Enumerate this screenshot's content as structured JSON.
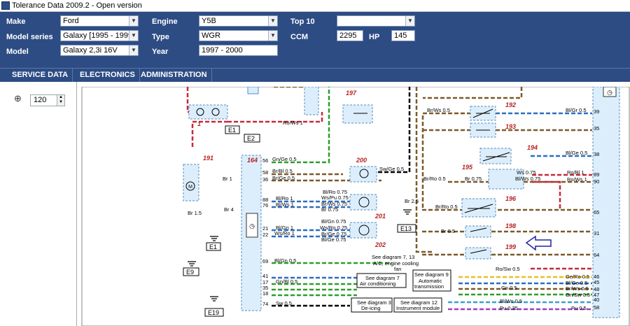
{
  "window": {
    "title": "Tolerance Data 2009.2 - Open version"
  },
  "header": {
    "make_label": "Make",
    "make_value": "Ford",
    "model_series_label": "Model series",
    "model_series_value": "Galaxy [1995 - 1999",
    "model_label": "Model",
    "model_value": "Galaxy 2,3i 16V",
    "engine_label": "Engine",
    "engine_value": "Y5B",
    "type_label": "Type",
    "type_value": "WGR",
    "year_label": "Year",
    "year_value": "1997 - 2000",
    "top10_label": "Top 10",
    "top10_value": "",
    "ccm_label": "CCM",
    "ccm_value": "2295",
    "hp_label": "HP",
    "hp_value": "145"
  },
  "menu": {
    "service_data": "SERVICE DATA",
    "electronics": "ELECTRONICS",
    "administration": "ADMINISTRATION"
  },
  "sidebar": {
    "zoom_value": "120"
  },
  "diagram": {
    "components": {
      "c1": "1",
      "c191": "191",
      "c197": "197",
      "c200": "200",
      "c201": "201",
      "c202": "202",
      "c164": "164",
      "c192": "192",
      "c193": "193",
      "c194": "194",
      "c195": "195",
      "c196": "196",
      "c198": "198",
      "c199": "199"
    },
    "grounds": {
      "e1a": "E1",
      "e2": "E2",
      "e1b": "E1",
      "e9": "E9",
      "e19": "E19",
      "e13": "E13"
    },
    "wires": {
      "ro_ws_1": "Ro/Ws 1",
      "gn_ge_05": "Gn/Ge 0.5",
      "br_bl_05": "Br/Bl 0.5",
      "br_ge_05": "Br/Ge 0.5",
      "sw_ge_05": "Sw/Ge 0.5",
      "bl_ro_075": "Bl/Ro 0.75",
      "ws_pu_075": "Ws/Pu 0.75",
      "bl_ws_1": "Bl/Ws 1",
      "br_ws_075": "Br/Ws 0.75",
      "br_075": "Br 0.75",
      "bl_ro_1": "Bl/Ro 1",
      "bl_gn_075": "Bl/Gn 0.75",
      "ws_ro_075": "Ws/Ro 0.75",
      "bl_gn_1": "Bl/Gn 1",
      "br_ge_075": "Br/Ge 0.75",
      "bl_ge_075": "Bl/Ge 0.75",
      "br_ws_05": "Br/Ws 0.5",
      "bl_gr_05": "Bl/Gr 0.5",
      "bl_ge_05": "Bl/Ge 0.5",
      "ws_075": "Ws 0.75",
      "bl_ws_075": "Bl/Ws 0.75",
      "ro_bl_1": "Ro/Bl 1",
      "ro_ws_1b": "Ro/Ws 1",
      "br_ro_05": "Br/Ro 0.5",
      "br_ge_075b": "Br 0.75",
      "br_ro_05b": "Br/Ro 0.5",
      "br_05": "Br 0.5",
      "ro_sw_05": "Ro/Sw 0.5",
      "ge_ro_05": "Ge/Ro 0.5",
      "bl_ge_05b": "Bl/Ge 0.5",
      "br_ws_05b": "Br/Ws 0.5",
      "gn_sw_05": "Gn/Sw 0.5",
      "gn_05": "Gn 0.5",
      "bl_ws_05": "Bl/Ws 0.5",
      "pu_035": "Pu 0.35",
      "pu_05": "Pu 0.5",
      "gn_bl_05": "Gn/Bl 0.5",
      "sw_05": "Sw 0.5",
      "bl_gn_05": "Bl/Gn 0.5",
      "br_1": "Br 1",
      "br_4": "Br 4",
      "br_15": "Br 1.5",
      "br_25": "Br 2.5",
      "ws_ro_1": "Ws/Ro 1"
    },
    "notes": {
      "diag7_13": "See diagram 7, 13",
      "ac_fan": "A/C, engine cooling",
      "fan": "fan",
      "diag7": "See diagram 7",
      "aircon": "Air conditioning",
      "diag9": "See diagram 9",
      "automatic": "Automatic",
      "transmission": "transmission",
      "diag3": "See diagram 3",
      "deicing": "De-icing",
      "diag12": "See diagram 12",
      "instrument": "Instrument module"
    }
  }
}
